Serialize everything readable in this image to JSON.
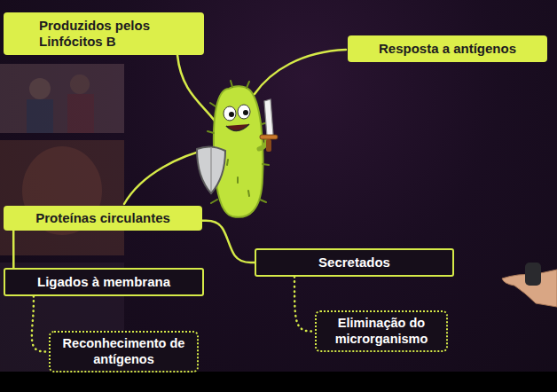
{
  "diagram": {
    "nodes": [
      {
        "text": [
          "Produzidos pelos Linfócitos B"
        ]
      },
      {
        "text": [
          "Resposta a antígenos"
        ]
      },
      {
        "text": [
          "Proteínas circulantes"
        ]
      },
      {
        "text": [
          "Ligados à membrana"
        ]
      },
      {
        "text": [
          "Secretados"
        ]
      },
      {
        "text": [
          "Reconhecimento de antígenos"
        ]
      },
      {
        "text": [
          "Eliminação do microrganismo"
        ]
      }
    ],
    "edges": [
      {
        "from": 2,
        "to": 3,
        "arrow": "none"
      },
      {
        "from": 2,
        "to": 4,
        "arrow": "none"
      },
      {
        "from": 3,
        "to": 5,
        "arrow": "none"
      },
      {
        "from": 4,
        "to": 6,
        "arrow": "none"
      }
    ]
  }
}
